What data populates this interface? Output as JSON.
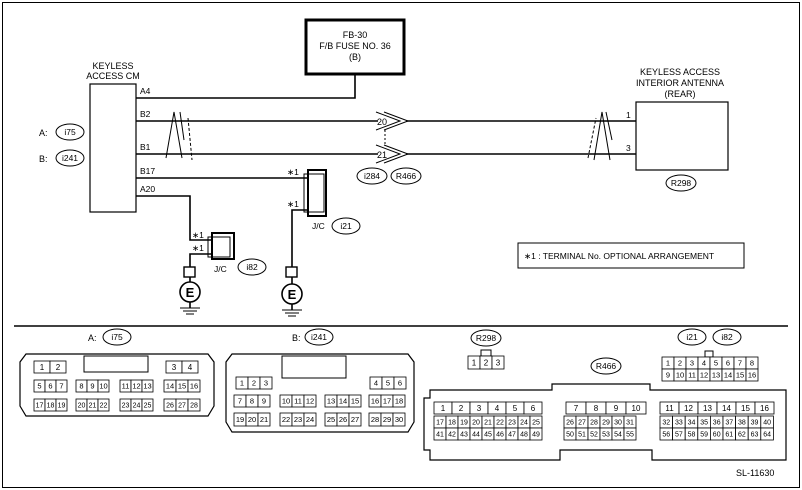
{
  "fuse": {
    "line1": "FB-30",
    "line2": "F/B FUSE NO. 36",
    "line3": "(B)"
  },
  "cm": {
    "title1": "KEYLESS",
    "title2": "ACCESS CM",
    "pins": {
      "a4": "A4",
      "b2": "B2",
      "b1": "B1",
      "b17": "B17",
      "a20": "A20"
    },
    "conn_a_prefix": "A:",
    "conn_a": "i75",
    "conn_b_prefix": "B:",
    "conn_b": "i241"
  },
  "antenna": {
    "title1": "KEYLESS ACCESS",
    "title2": "INTERIOR ANTENNA",
    "title3": "(REAR)",
    "pin1": "1",
    "pin3": "3",
    "connector": "R298"
  },
  "inline": {
    "pin20": "20",
    "pin21": "21",
    "conn1": "i284",
    "conn2": "R466"
  },
  "jc_upper": {
    "star1": "∗1",
    "star2": "∗1",
    "label": "J/C",
    "connector": "i21"
  },
  "jc_lower": {
    "star1": "∗1",
    "star2": "∗1",
    "label": "J/C",
    "connector": "i82"
  },
  "ground": {
    "symbol": "E"
  },
  "note": "∗1 : TERMINAL No. OPTIONAL ARRANGEMENT",
  "connectors": {
    "a_prefix": "A:",
    "a_name": "i75",
    "a_rows": [
      [
        "1",
        "2",
        "",
        "3",
        "4"
      ],
      [
        "5",
        "6",
        "7",
        "8",
        "9",
        "10",
        "11",
        "12",
        "13",
        "14",
        "15",
        "16"
      ],
      [
        "17",
        "18",
        "19",
        "20",
        "21",
        "22",
        "23",
        "24",
        "25",
        "26",
        "27",
        "28"
      ]
    ],
    "b_prefix": "B:",
    "b_name": "i241",
    "b_rows": [
      [
        "1",
        "2",
        "3",
        "4",
        "5",
        "6"
      ],
      [
        "7",
        "8",
        "9",
        "10",
        "11",
        "12",
        "13",
        "14",
        "15",
        "16",
        "17",
        "18"
      ],
      [
        "19",
        "20",
        "21",
        "22",
        "23",
        "24",
        "25",
        "26",
        "27",
        "28",
        "29",
        "30"
      ]
    ],
    "r298_name": "R298",
    "r298_pins": [
      "1",
      "2",
      "3"
    ],
    "r466_name": "R466",
    "r466_rows": [
      [
        "1",
        "2",
        "3",
        "4",
        "5",
        "6",
        "7",
        "8",
        "9",
        "10",
        "11",
        "12",
        "13",
        "14",
        "15",
        "16"
      ],
      [
        "17",
        "18",
        "19",
        "20",
        "21",
        "22",
        "23",
        "24",
        "25",
        "26",
        "27",
        "28",
        "29",
        "30",
        "31",
        "32",
        "33",
        "34",
        "35",
        "36",
        "37",
        "38",
        "39",
        "40"
      ],
      [
        "41",
        "42",
        "43",
        "44",
        "45",
        "46",
        "47",
        "48",
        "49",
        "50",
        "51",
        "52",
        "53",
        "54",
        "55",
        "56",
        "57",
        "58",
        "59",
        "60",
        "61",
        "62",
        "63",
        "64"
      ]
    ],
    "jc_name1": "i21",
    "jc_name2": "i82",
    "jc_rows": [
      [
        "1",
        "2",
        "3",
        "4",
        "5",
        "6",
        "7",
        "8"
      ],
      [
        "9",
        "10",
        "11",
        "12",
        "13",
        "14",
        "15",
        "16"
      ]
    ]
  },
  "figure_id": "SL-11630"
}
